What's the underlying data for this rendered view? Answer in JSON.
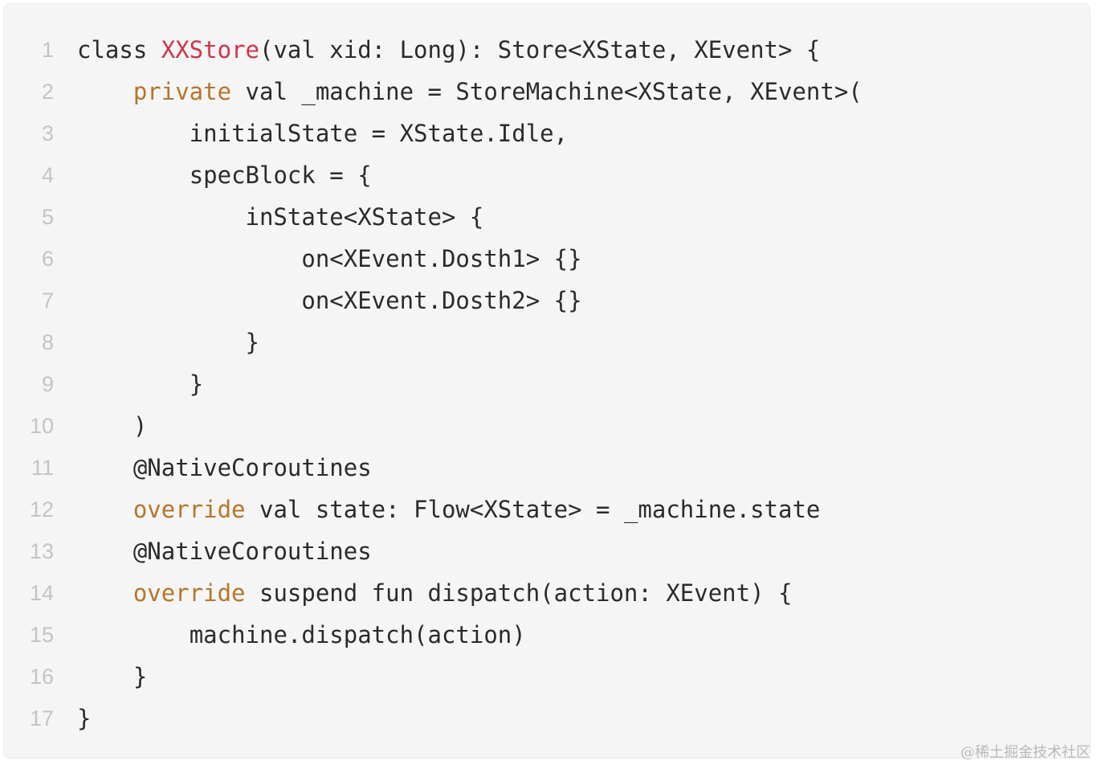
{
  "colors": {
    "background": "#f5f5f5",
    "text": "#2b2b2b",
    "keyword": "#b8752a",
    "class_name": "#d3344a",
    "line_number": "#c4c4c4"
  },
  "code": {
    "lines": [
      {
        "n": "1",
        "indent": "",
        "tokens": [
          {
            "t": "class ",
            "k": "plain"
          },
          {
            "t": "XXStore",
            "k": "classname"
          },
          {
            "t": "(val xid: Long): Store<XState, XEvent> {",
            "k": "plain"
          }
        ]
      },
      {
        "n": "2",
        "indent": "    ",
        "tokens": [
          {
            "t": "private",
            "k": "keyword"
          },
          {
            "t": " val _machine = StoreMachine<XState, XEvent>(",
            "k": "plain"
          }
        ]
      },
      {
        "n": "3",
        "indent": "        ",
        "tokens": [
          {
            "t": "initialState = XState.Idle,",
            "k": "plain"
          }
        ]
      },
      {
        "n": "4",
        "indent": "        ",
        "tokens": [
          {
            "t": "specBlock = {",
            "k": "plain"
          }
        ]
      },
      {
        "n": "5",
        "indent": "            ",
        "tokens": [
          {
            "t": "inState<XState> {",
            "k": "plain"
          }
        ]
      },
      {
        "n": "6",
        "indent": "                ",
        "tokens": [
          {
            "t": "on<XEvent.Dosth1> {}",
            "k": "plain"
          }
        ]
      },
      {
        "n": "7",
        "indent": "                ",
        "tokens": [
          {
            "t": "on<XEvent.Dosth2> {}",
            "k": "plain"
          }
        ]
      },
      {
        "n": "8",
        "indent": "            ",
        "tokens": [
          {
            "t": "}",
            "k": "plain"
          }
        ]
      },
      {
        "n": "9",
        "indent": "        ",
        "tokens": [
          {
            "t": "}",
            "k": "plain"
          }
        ]
      },
      {
        "n": "10",
        "indent": "    ",
        "tokens": [
          {
            "t": ")",
            "k": "plain"
          }
        ]
      },
      {
        "n": "11",
        "indent": "    ",
        "tokens": [
          {
            "t": "@NativeCoroutines",
            "k": "annotation"
          }
        ]
      },
      {
        "n": "12",
        "indent": "    ",
        "tokens": [
          {
            "t": "override",
            "k": "keyword"
          },
          {
            "t": " val state: Flow<XState> = _machine.state",
            "k": "plain"
          }
        ]
      },
      {
        "n": "13",
        "indent": "    ",
        "tokens": [
          {
            "t": "@NativeCoroutines",
            "k": "annotation"
          }
        ]
      },
      {
        "n": "14",
        "indent": "    ",
        "tokens": [
          {
            "t": "override",
            "k": "keyword"
          },
          {
            "t": " suspend fun dispatch(action: XEvent) {",
            "k": "plain"
          }
        ]
      },
      {
        "n": "15",
        "indent": "        ",
        "tokens": [
          {
            "t": "machine.dispatch(action)",
            "k": "plain"
          }
        ]
      },
      {
        "n": "16",
        "indent": "    ",
        "tokens": [
          {
            "t": "}",
            "k": "plain"
          }
        ]
      },
      {
        "n": "17",
        "indent": "",
        "tokens": [
          {
            "t": "}",
            "k": "plain"
          }
        ]
      }
    ]
  },
  "watermark": "@稀土掘金技术社区"
}
